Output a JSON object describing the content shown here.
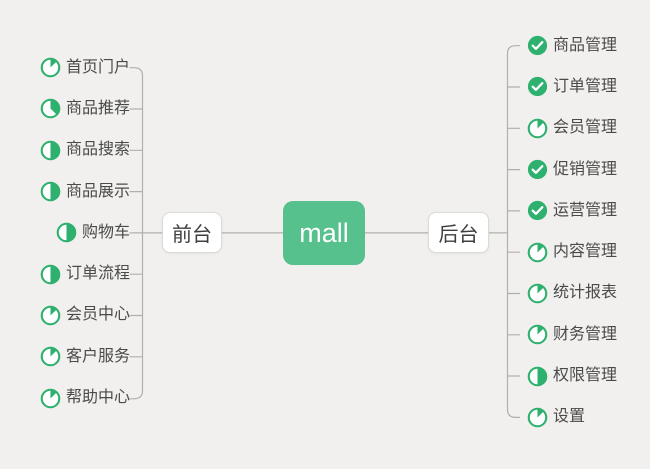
{
  "diagram": {
    "type": "mind-map",
    "root": {
      "label": "mall"
    },
    "branches": [
      {
        "id": "front",
        "label": "前台",
        "side": "left",
        "items": [
          {
            "label": "首页门户",
            "progress": "1/8"
          },
          {
            "label": "商品推荐",
            "progress": "3/8"
          },
          {
            "label": "商品搜索",
            "progress": "1/2"
          },
          {
            "label": "商品展示",
            "progress": "1/2"
          },
          {
            "label": "购物车",
            "progress": "1/2"
          },
          {
            "label": "订单流程",
            "progress": "1/2"
          },
          {
            "label": "会员中心",
            "progress": "1/8"
          },
          {
            "label": "客户服务",
            "progress": "1/8"
          },
          {
            "label": "帮助中心",
            "progress": "1/8"
          }
        ]
      },
      {
        "id": "back",
        "label": "后台",
        "side": "right",
        "items": [
          {
            "label": "商品管理",
            "progress": "done"
          },
          {
            "label": "订单管理",
            "progress": "done"
          },
          {
            "label": "会员管理",
            "progress": "1/8"
          },
          {
            "label": "促销管理",
            "progress": "done"
          },
          {
            "label": "运营管理",
            "progress": "done"
          },
          {
            "label": "内容管理",
            "progress": "1/8"
          },
          {
            "label": "统计报表",
            "progress": "1/8"
          },
          {
            "label": "财务管理",
            "progress": "1/8"
          },
          {
            "label": "权限管理",
            "progress": "1/2"
          },
          {
            "label": "设置",
            "progress": "1/8"
          }
        ]
      }
    ],
    "colors": {
      "accent_green": "#2eb06e",
      "node_green": "#56c18d",
      "line_gray": "#b1afac",
      "text": "#4a4a4a",
      "background": "#f1f0ee"
    }
  }
}
